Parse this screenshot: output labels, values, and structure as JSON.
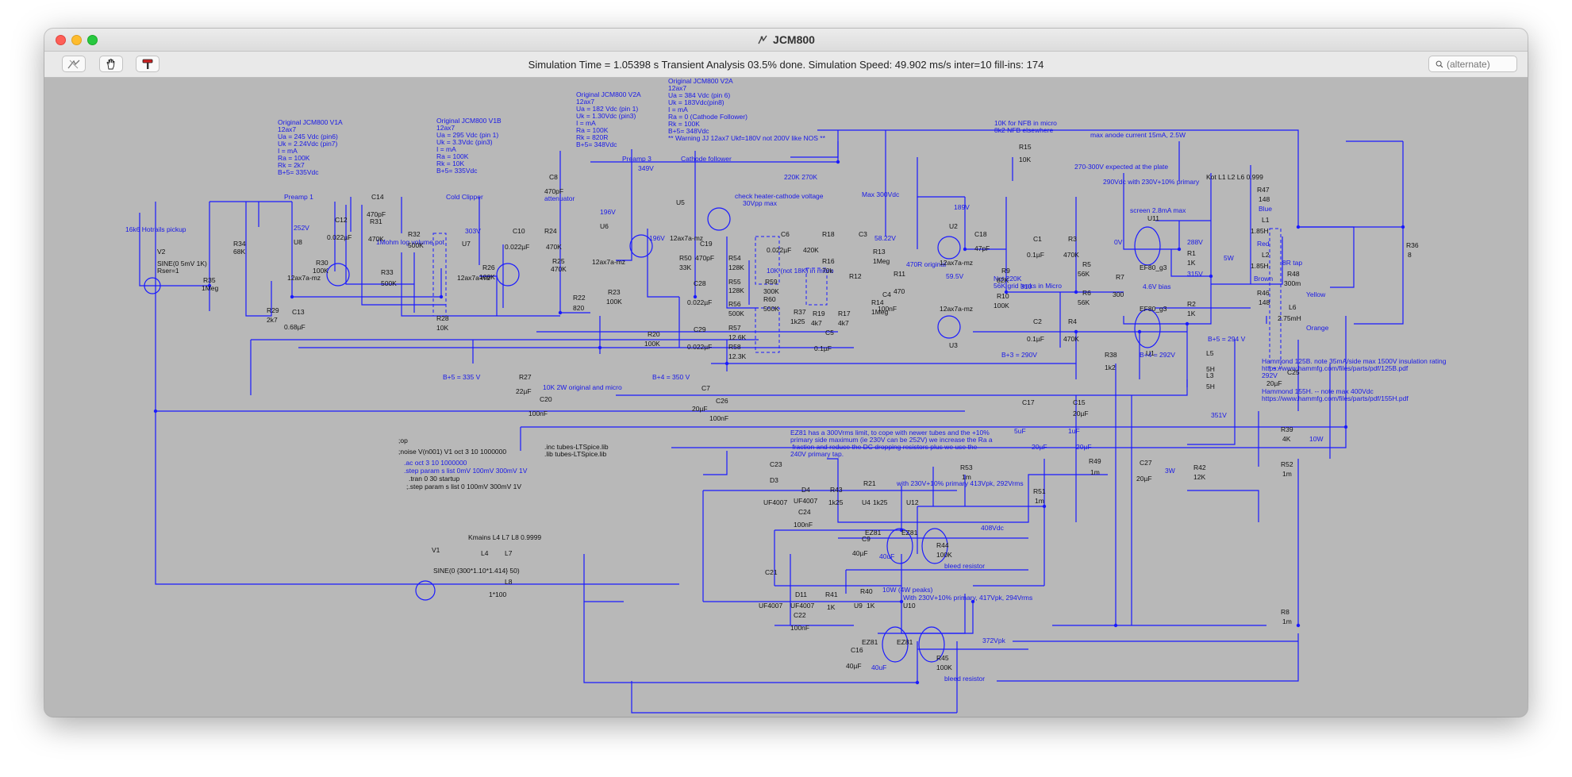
{
  "window": {
    "title": "JCM800"
  },
  "toolbar": {
    "status": "Simulation Time = 1.05398 s  Transient Analysis 03.5% done. Simulation Speed: 49.902 ms/s inter=10 fill-ins: 174",
    "search_placeholder": "(alternate)"
  },
  "notes": {
    "v1a": [
      "Original JCM800 V1A",
      "12ax7",
      "Ua = 245 Vdc (pin6)",
      "Uk = 2.24Vdc (pin7)",
      "I = mA",
      "Ra = 100K",
      "Rk = 2k7",
      "B+5= 335Vdc"
    ],
    "v1b": [
      "Original JCM800 V1B",
      "12ax7",
      "Ua = 295 Vdc (pin 1)",
      "Uk = 3.3Vdc (pin3)",
      "I = mA",
      "Ra = 100K",
      "Rk = 10K",
      "B+5= 335Vdc"
    ],
    "v2a_1": [
      "Original JCM800 V2A",
      "12ax7",
      "Ua = 182 Vdc (pin 1)",
      "Uk = 1.30Vdc (pin3)",
      "I = mA",
      "Ra = 100K",
      "Rk = 820R",
      "B+5= 348Vdc"
    ],
    "v2a_2": [
      "Original JCM800 V2A",
      "12ax7",
      "Ua = 384 Vdc (pin 6)",
      "Uk = 183Vdc(pin8)",
      "I = mA",
      "Ra = 0 (Cathode Follower)",
      "Rk = 100K",
      "B+5= 348Vdc",
      "** Warning JJ 12ax7 Ukf=180V not 200V like NOS **"
    ],
    "nfb": [
      "10K for NFB in micro",
      "8k2 NFB elsewhere"
    ],
    "max_anode": "max anode current 15mA, 2.5W",
    "plate_expected": "270-300V expected at the  plate",
    "kot": "Kot L1 L2 L6 0.999",
    "vdc290": "290Vdc with 230V+10% primary",
    "screen": "screen 2.8mA max",
    "heater": [
      "check heater-cathode voltage",
      "30Vpp max"
    ],
    "r220": "220K 270K",
    "ez81_note": [
      "EZ81 has a 300Vrms limit, to cope with newer tubes and the +10%",
      "primary side maximum (ie 230V can be 252V) we increase the Ra a",
      " fraction and reduce the DC dropping resistors plus we use the",
      "240V primary tap."
    ],
    "op": [
      ";op",
      ";noise V(n001) V1 oct 3 10 1000000"
    ],
    "ac": [
      ".ac oct 3 10 1000000",
      ".step param s list 0mV 100mV 300mV 1V"
    ],
    "tran": [
      ".tran 0 30 startup",
      ";.step param s list 0 100mV 300mV 1V"
    ],
    "inc": [
      ".inc tubes-LTSpice.lib",
      ".lib tubes-LTSpice.lib"
    ],
    "hammond125": [
      "Hammond 125B.  note 35mA/side max 1500V insulation rating",
      "https://www.hammfg.com/files/parts/pdf/125B.pdf",
      "292V"
    ],
    "hammond155": [
      "Hammond 155H. -- note max 400Vdc",
      "https://www.hammfg.com/files/parts/pdf/155H.pdf"
    ],
    "with413": "with 230V+10% primary 413Vpk, 292Vrms",
    "with417": "With 230V+10% primary, 417Vpk, 294Vrms",
    "kmains": "Kmains L4 L7 L8 0.9999",
    "sine_main": "SINE(0 {300*1.10*1.414} 50)",
    "pickup": "16k6 Hotrails pickup",
    "sine_in": "SINE(0 5mV 1K)",
    "rser": "Rser=1",
    "preamp1": "Preamp 1",
    "cold": "Cold Clipper",
    "preamp3": "Preamp 3",
    "cathode_follower": "Cathode follower",
    "vol": "1Mohm log volume pot",
    "atten": "attenuator",
    "r10k_note": "10K (not 18K) in micro",
    "max300": "Max 300Vdc",
    "r470_orig": "470R original",
    "not220": [
      "Not 220K",
      "56K grid leaks in Micro"
    ],
    "cap10k": "10K 2W original and micro",
    "tenw_peaks": "10W (4W peaks)",
    "bleed1": "bleed resistor",
    "bleed2": "bleed resistor",
    "labels": {
      "R34": "R34",
      "68K": "68K",
      "V2": "V2",
      "R35": "R35",
      "1Meg": "1Meg",
      "U8": "U8",
      "12ax7a_mz": "12ax7a-mz",
      "R30": "R30",
      "100K": "100K",
      "R29": "R29",
      "2k7": "2k7",
      "C13": "C13",
      "068uF": "0.68µF",
      "C12": "C12",
      "0022uF": "0.022µF",
      "R31": "R31",
      "470K": "470K",
      "C14": "C14",
      "470pF": "470pF",
      "R32": "R32",
      "500K": "500K",
      "R33": "R33",
      "252V": "252V",
      "303V": "303V",
      "U7": "U7",
      "R26": "R26",
      "R28": "R28",
      "10K": "10K",
      "C10": "C10",
      "R24": "R24",
      "C8": "C8",
      "R25": "R25",
      "196V": "196V",
      "U6": "U6",
      "R22": "R22",
      "820": "820",
      "R23": "R23",
      "349V": "349V",
      "U5": "U5",
      "R20": "R20",
      "R50": "R50",
      "33K": "33K",
      "C19": "C19",
      "R54": "R54",
      "128K": "128K",
      "R55": "R55",
      "R56": "R56",
      "R57": "R57",
      "126K": "12.6K",
      "R58": "R58",
      "123K": "12.3K",
      "R59": "R59",
      "300K": "300K",
      "R60": "R60",
      "C28": "C28",
      "C29": "C29",
      "C6": "C6",
      "420K": "420K",
      "R18": "R18",
      "R16": "R16",
      "70k": "70k",
      "C3": "C3",
      "R12": "R12",
      "R13": "R13",
      "R11": "R11",
      "470": "470",
      "R14": "R14",
      "5822V": "58.22V",
      "U2": "U2",
      "U3": "U3",
      "C18": "C18",
      "47pF": "47pF",
      "189V": "189V",
      "R9": "R9",
      "82K": "82K",
      "R10": "R10",
      "C1": "C1",
      "01uF": "0.1µF",
      "C2": "C2",
      "R3": "R3",
      "R4": "R4",
      "R5": "R5",
      "56K": "56K",
      "R6": "R6",
      "R7": "R7",
      "300": "300",
      "0V": "0V",
      "U11": "U11",
      "EF80": "EF80_g3",
      "U1": "U1",
      "46V": "4.6V bias",
      "R1": "R1",
      "1K": "1K",
      "R2": "R2",
      "288V": "288V",
      "315V": "315V",
      "5W": "5W",
      "R47": "R47",
      "148": "148",
      "Blue": "Blue",
      "L1": "L1",
      "185H": "1.85H",
      "Red": "Red",
      "L2": "L2",
      "Brown": "Brown",
      "R46": "R46",
      "R48": "R48",
      "8R": "8R tap",
      "300m": "300m",
      "Yellow": "Yellow",
      "L6": "L6",
      "275m": "2.75mH",
      "Orange": "Orange",
      "R36": "R36",
      "8": "8",
      "R15": "R15",
      "R19": "R19",
      "4k7": "4k7",
      "R17": "R17",
      "R37": "R37",
      "1k25": "1k25",
      "C5": "C5",
      "C4": "C4",
      "100nF": "100nF",
      "B5_294": "B+5 = 294 V",
      "B3_290": "B+3 = 290V",
      "R38": "R38",
      "1k2": "1k2",
      "B4_292": "B+4 = 292V",
      "L5": "L5",
      "5H": "5H",
      "L3": "L3",
      "351V": "351V",
      "C25": "C25",
      "20uF": "20µF",
      "R39": "R39",
      "4K": "4K",
      "10W": "10W",
      "B5_335": "B+5 = 335 V",
      "R27": "R27",
      "C20": "C20",
      "22uF": "22µF",
      "B4_350": "B+4 = 350 V",
      "C7": "C7",
      "C26": "C26",
      "C17": "C17",
      "5uF": "5uF",
      "C15": "C15",
      "1uF": "1uF",
      "R49": "R49",
      "1m": "1m",
      "R53": "R53",
      "R51": "R51",
      "C27": "C27",
      "3W": "3W",
      "R42": "R42",
      "12K": "12K",
      "R52": "R52",
      "R8": "R8",
      "C23": "C23",
      "D3": "D3",
      "UF4007": "UF4007",
      "D4": "D4",
      "R43": "R43",
      "C24": "C24",
      "R21": "R21",
      "U4": "U4",
      "U12": "U12",
      "EZ81": "EZ81",
      "C9": "C9",
      "40uF": "40µF",
      "40uF2": "40uF",
      "R44": "R44",
      "408Vdc": "408Vdc",
      "V1": "V1",
      "L4": "L4",
      "L7": "L7",
      "L8": "L8",
      "10000": "1*100",
      "C21": "C21",
      "D11": "D11",
      "R41": "R41",
      "R40": "R40",
      "U9": "U9",
      "U10": "U10",
      "C22": "C22",
      "C16": "C16",
      "R45": "R45",
      "372Vpk": "372Vpk",
      "59V": "59.5V",
      "310": "310"
    }
  }
}
